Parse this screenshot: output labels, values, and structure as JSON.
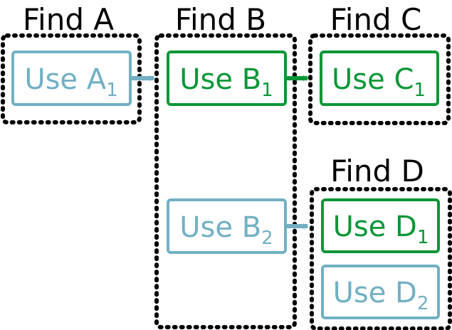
{
  "colors": {
    "blue": "#71b0c3",
    "green": "#0b9637",
    "black": "#000000"
  },
  "groups": {
    "a": {
      "title": "Find A"
    },
    "b": {
      "title": "Find B"
    },
    "c": {
      "title": "Find C"
    },
    "d": {
      "title": "Find D"
    }
  },
  "nodes": {
    "use_a1": {
      "label": "Use A",
      "sub": "1",
      "status": "blue"
    },
    "use_b1": {
      "label": "Use B",
      "sub": "1",
      "status": "green"
    },
    "use_b2": {
      "label": "Use B",
      "sub": "2",
      "status": "blue"
    },
    "use_c1": {
      "label": "Use C",
      "sub": "1",
      "status": "green"
    },
    "use_d1": {
      "label": "Use D",
      "sub": "1",
      "status": "green"
    },
    "use_d2": {
      "label": "Use D",
      "sub": "2",
      "status": "blue"
    }
  },
  "edges": [
    {
      "from": "use_a1",
      "to": "use_b1",
      "status": "blue"
    },
    {
      "from": "use_b1",
      "to": "use_c1",
      "status": "green"
    },
    {
      "from": "use_b2",
      "to": "use_d1",
      "status": "blue"
    }
  ]
}
